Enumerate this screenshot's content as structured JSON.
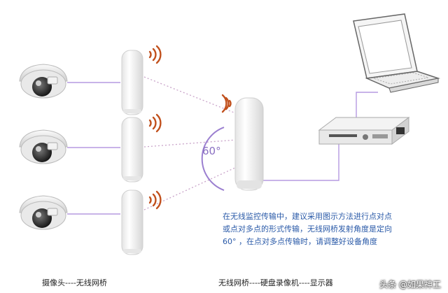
{
  "angle_label": "60°",
  "description": {
    "line1": "在无线监控传输中，建议采用图示方法进行点对点",
    "line2": "或点对多点的形式传输，无线网桥发射角度是定向",
    "line3": "60°  ，在点对多点传输时，请调整好设备角度"
  },
  "labels": {
    "left": "摄像头----无线网桥",
    "right": "无线网桥----硬盘录像机----显示器"
  },
  "watermark": "头条 @如果神工",
  "colors": {
    "link_line": "#b59ae0",
    "signal": "#c1501c",
    "text_blue": "#2a5aa8"
  }
}
